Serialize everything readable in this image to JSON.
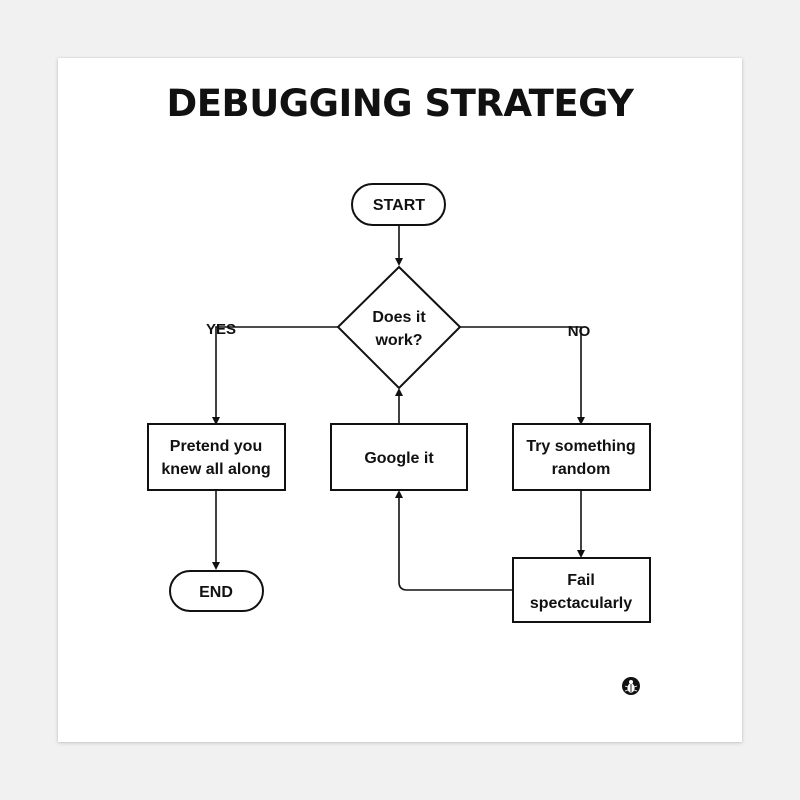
{
  "title": "DEBUGGING STRATEGY",
  "colors": {
    "ink": "#111111",
    "poster": "#ffffff",
    "backdrop": "#f1f1f1"
  },
  "nodes": {
    "start": {
      "label": "START"
    },
    "decision": {
      "line1": "Does it",
      "line2": "work?"
    },
    "pretend": {
      "line1": "Pretend you",
      "line2": "knew all along"
    },
    "google": {
      "label": "Google it"
    },
    "random": {
      "line1": "Try something",
      "line2": "random"
    },
    "fail": {
      "line1": "Fail",
      "line2": "spectacularly"
    },
    "end": {
      "label": "END"
    }
  },
  "edges": {
    "yes_label": "YES",
    "no_label": "NO"
  },
  "logo_icon": "bug-icon"
}
